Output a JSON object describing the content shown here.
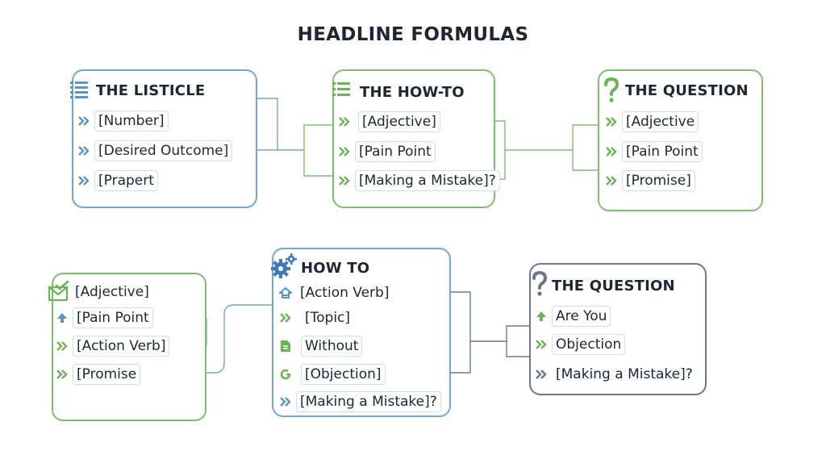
{
  "title": "HEADLINE FORMULAS",
  "cards": {
    "listicle": {
      "title": "THE LISTICLE",
      "icon": "list-icon",
      "items": [
        "[Number]",
        "[Desired Outcome]",
        "[Prapert"
      ]
    },
    "howto_top": {
      "title": "THE HOW-TO",
      "icon": "list-icon",
      "items": [
        "[Adjective]",
        "[Pain Point",
        "[Making a Mistake]?"
      ]
    },
    "question_top": {
      "title": "THE QUESTION",
      "icon": "question-mark-icon",
      "items": [
        "[Adjective",
        "[Pain Point",
        "[Promise]"
      ]
    },
    "left_bottom": {
      "icon": "checked-envelope-icon",
      "items": [
        "[Adjective]",
        "[Pain Point",
        "[Action Verb]",
        "[Promise"
      ]
    },
    "howto_bottom": {
      "title": "HOW TO",
      "icon": "gears-icon",
      "items": [
        "[Action Verb]",
        "[Topic]",
        "Without",
        "[Objection]",
        "[Making a Mistake]?"
      ]
    },
    "question_bottom": {
      "title": "THE QUESTION",
      "icon": "question-mark-icon",
      "items": [
        "Are You",
        "Objection",
        "[Making a Mistake]?"
      ]
    }
  },
  "colors": {
    "blue": "#6fa8d6",
    "green": "#7fbf6b",
    "navy": "#6b7792",
    "text": "#1e2630"
  }
}
